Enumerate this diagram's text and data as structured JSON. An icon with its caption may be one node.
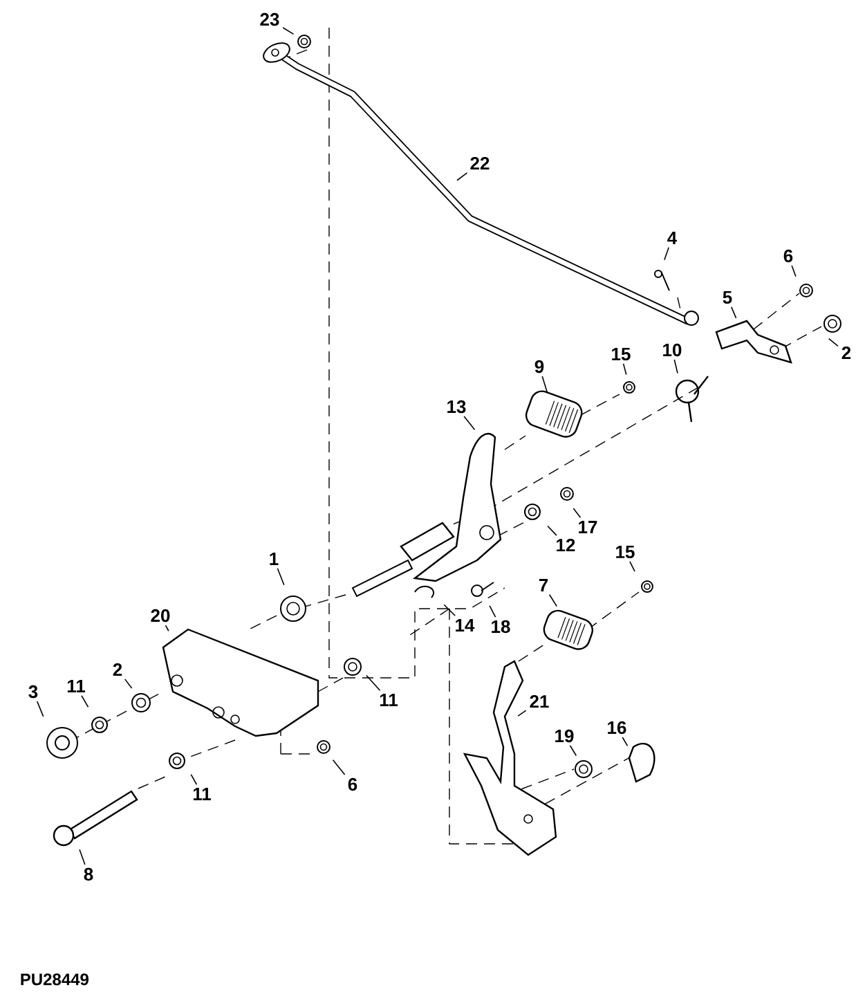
{
  "diagram": {
    "nodes": [
      {
        "text": [
          "23"
        ]
      },
      {
        "text": [
          "22"
        ]
      },
      {
        "text": [
          "4"
        ]
      },
      {
        "text": [
          "6"
        ]
      },
      {
        "text": [
          "5"
        ]
      },
      {
        "text": [
          "2"
        ]
      },
      {
        "text": [
          "15"
        ]
      },
      {
        "text": [
          "10"
        ]
      },
      {
        "text": [
          "9"
        ]
      },
      {
        "text": [
          "13"
        ]
      },
      {
        "text": [
          "17"
        ]
      },
      {
        "text": [
          "12"
        ]
      },
      {
        "text": [
          "15"
        ]
      },
      {
        "text": [
          "1"
        ]
      },
      {
        "text": [
          "7"
        ]
      },
      {
        "text": [
          "14"
        ]
      },
      {
        "text": [
          "18"
        ]
      },
      {
        "text": [
          "20"
        ]
      },
      {
        "text": [
          "21"
        ]
      },
      {
        "text": [
          "11"
        ]
      },
      {
        "text": [
          "2"
        ]
      },
      {
        "text": [
          "11"
        ]
      },
      {
        "text": [
          "3"
        ]
      },
      {
        "text": [
          "19"
        ]
      },
      {
        "text": [
          "16"
        ]
      },
      {
        "text": [
          "6"
        ]
      },
      {
        "text": [
          "11"
        ]
      },
      {
        "text": [
          "8"
        ]
      }
    ],
    "edges": [
      {
        "from": 0,
        "to": null,
        "arrow": "none"
      },
      {
        "from": 1,
        "to": null,
        "arrow": "none"
      },
      {
        "from": 2,
        "to": null,
        "arrow": "none"
      },
      {
        "from": 3,
        "to": null,
        "arrow": "none"
      },
      {
        "from": 4,
        "to": null,
        "arrow": "none"
      },
      {
        "from": 5,
        "to": null,
        "arrow": "none"
      },
      {
        "from": 6,
        "to": null,
        "arrow": "none"
      },
      {
        "from": 7,
        "to": null,
        "arrow": "none"
      },
      {
        "from": 8,
        "to": null,
        "arrow": "none"
      },
      {
        "from": 9,
        "to": null,
        "arrow": "none"
      },
      {
        "from": 10,
        "to": null,
        "arrow": "none"
      },
      {
        "from": 11,
        "to": null,
        "arrow": "none"
      },
      {
        "from": 12,
        "to": null,
        "arrow": "none"
      },
      {
        "from": 13,
        "to": null,
        "arrow": "none"
      },
      {
        "from": 14,
        "to": null,
        "arrow": "none"
      },
      {
        "from": 15,
        "to": null,
        "arrow": "none"
      },
      {
        "from": 16,
        "to": null,
        "arrow": "none"
      },
      {
        "from": 17,
        "to": null,
        "arrow": "none"
      },
      {
        "from": 18,
        "to": null,
        "arrow": "none"
      },
      {
        "from": 19,
        "to": null,
        "arrow": "none"
      },
      {
        "from": 20,
        "to": null,
        "arrow": "none"
      },
      {
        "from": 21,
        "to": null,
        "arrow": "none"
      },
      {
        "from": 22,
        "to": null,
        "arrow": "none"
      },
      {
        "from": 23,
        "to": null,
        "arrow": "none"
      },
      {
        "from": 24,
        "to": null,
        "arrow": "none"
      },
      {
        "from": 25,
        "to": null,
        "arrow": "none"
      },
      {
        "from": 26,
        "to": null,
        "arrow": "none"
      },
      {
        "from": 27,
        "to": null,
        "arrow": "none"
      }
    ],
    "labels": [
      "PU28449"
    ]
  }
}
